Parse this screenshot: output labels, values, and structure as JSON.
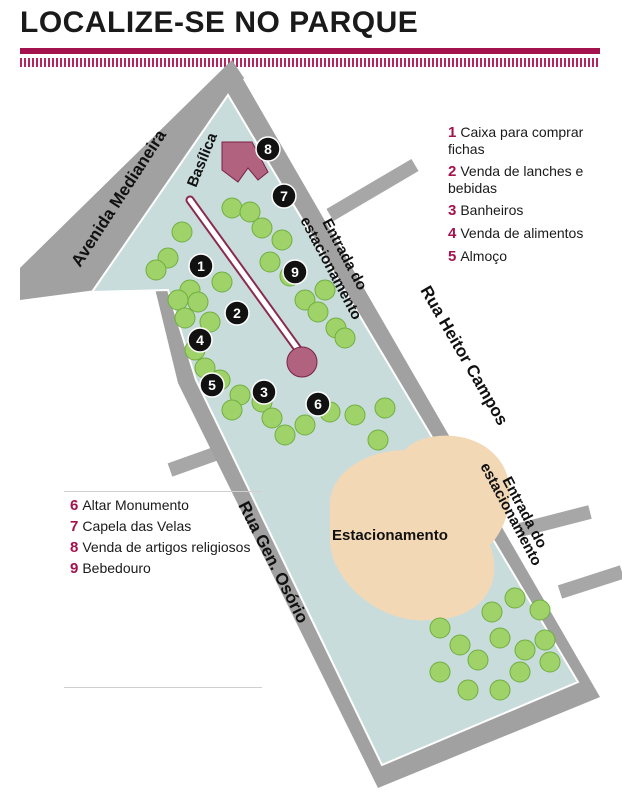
{
  "header": {
    "title": "LOCALIZE-SE NO PARQUE"
  },
  "streets": {
    "avenida": "Avenida Medianeira",
    "heitor": "Rua Heitor Campos",
    "osorio": "Rua Gen. Osório"
  },
  "park_labels": {
    "basilica": "Basílica",
    "entrance_top_line1": "Entrada do",
    "entrance_top_line2": "estacionamento",
    "entrance_right_line1": "Entrada do",
    "entrance_right_line2": "estacionamento",
    "parking": "Estacionamento"
  },
  "markers": [
    "1",
    "2",
    "3",
    "4",
    "5",
    "6",
    "7",
    "8",
    "9"
  ],
  "legend_right": [
    {
      "num": "1",
      "text": "Caixa para comprar fichas"
    },
    {
      "num": "2",
      "text": "Venda de lanches e bebidas"
    },
    {
      "num": "3",
      "text": "Banheiros"
    },
    {
      "num": "4",
      "text": "Venda de alimentos"
    },
    {
      "num": "5",
      "text": "Almoço"
    }
  ],
  "legend_left": [
    {
      "num": "6",
      "text": "Altar Monumento"
    },
    {
      "num": "7",
      "text": "Capela das Velas"
    },
    {
      "num": "8",
      "text": "Venda de artigos religiosos"
    },
    {
      "num": "9",
      "text": "Bebedouro"
    }
  ],
  "colors": {
    "accent": "#a3124d",
    "park": "#c7dcdc",
    "road": "#9a9a9a",
    "parking_lot": "#f2d9b8",
    "trees": "#9fd36a",
    "marker": "#111111"
  }
}
